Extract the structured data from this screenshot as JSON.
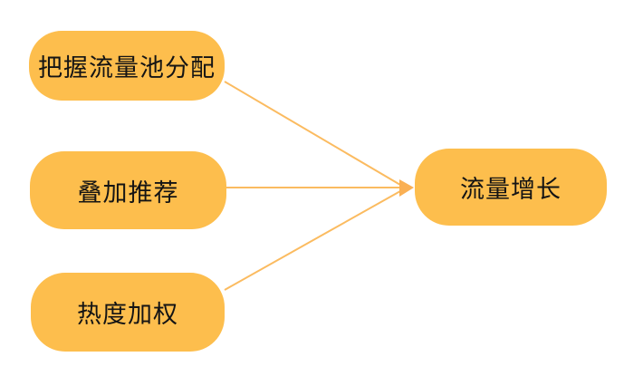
{
  "diagram": {
    "type": "flow",
    "direction": "left-to-right",
    "colors": {
      "background": "#ffffff",
      "node-fill": "#FDBE4D",
      "edge-color": "#FBBB60",
      "arrowhead-color": "#FAB054",
      "text-color": "#141414"
    },
    "nodes": [
      {
        "id": "grasp-pool",
        "label": "把握流量池分配",
        "role": "source"
      },
      {
        "id": "stack-recommend",
        "label": "叠加推荐",
        "role": "source"
      },
      {
        "id": "heat-weight",
        "label": "热度加权",
        "role": "source"
      },
      {
        "id": "traffic-growth",
        "label": "流量增长",
        "role": "target"
      }
    ],
    "edges": [
      {
        "from": "grasp-pool",
        "to": "traffic-growth"
      },
      {
        "from": "stack-recommend",
        "to": "traffic-growth"
      },
      {
        "from": "heat-weight",
        "to": "traffic-growth"
      }
    ]
  }
}
